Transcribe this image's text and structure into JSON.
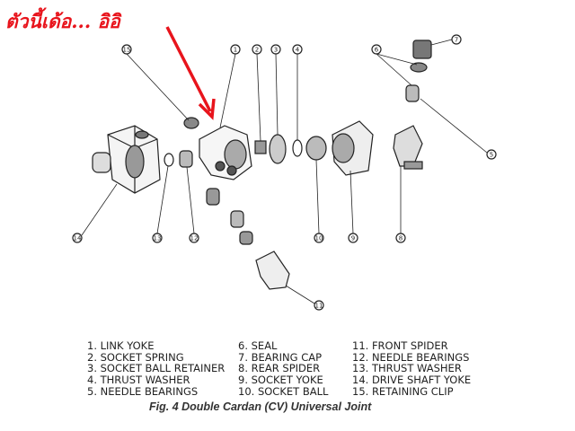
{
  "annotation": "ตัวนี้เด้อ... อิอิ",
  "callouts": [
    "1",
    "2",
    "3",
    "4",
    "5",
    "6",
    "7",
    "8",
    "9",
    "10",
    "11",
    "12",
    "13",
    "14",
    "15"
  ],
  "legend": {
    "col1": [
      "1.  LINK YOKE",
      "2.  SOCKET SPRING",
      "3.  SOCKET BALL RETAINER",
      "4.  THRUST WASHER",
      "5.  NEEDLE BEARINGS"
    ],
    "col2": [
      "6.  SEAL",
      "7.  BEARING CAP",
      "8.  REAR SPIDER",
      "9.  SOCKET YOKE",
      "10.  SOCKET BALL"
    ],
    "col3": [
      "11.  FRONT SPIDER",
      "12.  NEEDLE BEARINGS",
      "13.  THRUST WASHER",
      "14.  DRIVE SHAFT YOKE",
      "15.  RETAINING CLIP"
    ]
  },
  "caption": "Fig. 4 Double Cardan (CV) Universal Joint",
  "colors": {
    "annotation": "#e8141c",
    "line": "#222222"
  }
}
